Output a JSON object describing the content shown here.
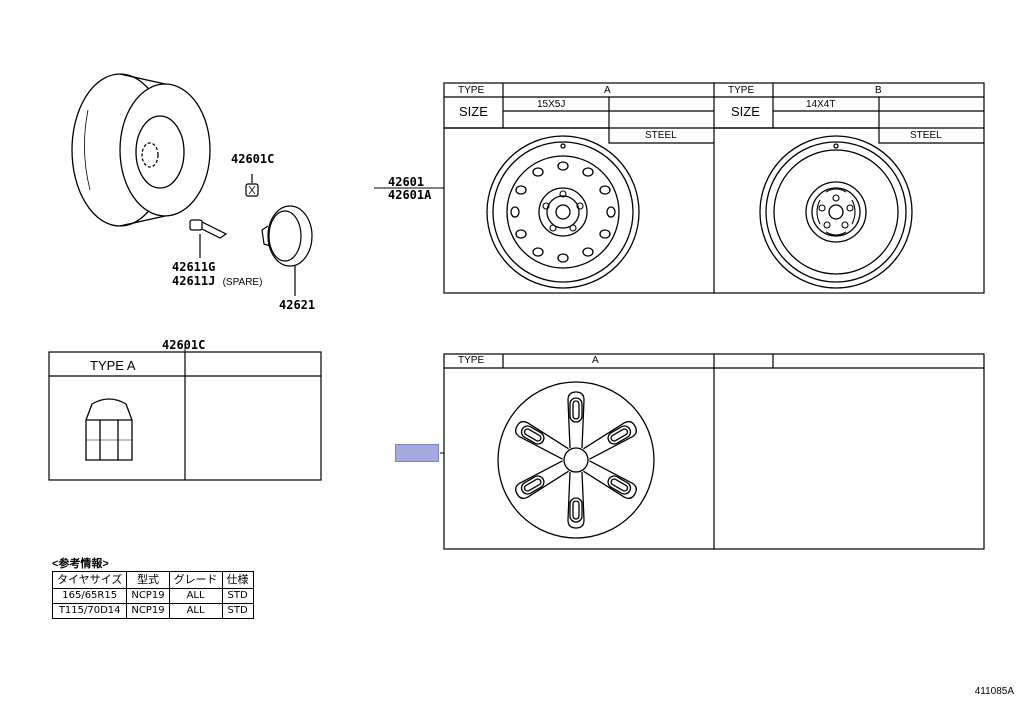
{
  "parts": {
    "nut_upper": "42601C",
    "valve_1": "42611G",
    "valve_2": "42611J",
    "valve_note": "(SPARE)",
    "cap": "42621",
    "nut_table": "42601C",
    "wheel_1": "42601",
    "wheel_2": "42601A"
  },
  "nut_box": {
    "type_label": "TYPE A"
  },
  "wheel_table": {
    "type_header": "TYPE",
    "size_header": "SIZE",
    "col_a": {
      "type": "A",
      "size": "15X5J",
      "material": "STEEL"
    },
    "col_b": {
      "type": "B",
      "size": "14X4T",
      "material": "STEEL"
    }
  },
  "cover_table": {
    "type_header": "TYPE",
    "type_value": "A"
  },
  "reference": {
    "title": "<参考情報>",
    "headers": [
      "タイヤサイズ",
      "型式",
      "グレード",
      "仕様"
    ],
    "rows": [
      [
        "165/65R15",
        "NCP19",
        "ALL",
        "STD"
      ],
      [
        "T115/70D14",
        "NCP19",
        "ALL",
        "STD"
      ]
    ]
  },
  "diagram_code": "411085A"
}
